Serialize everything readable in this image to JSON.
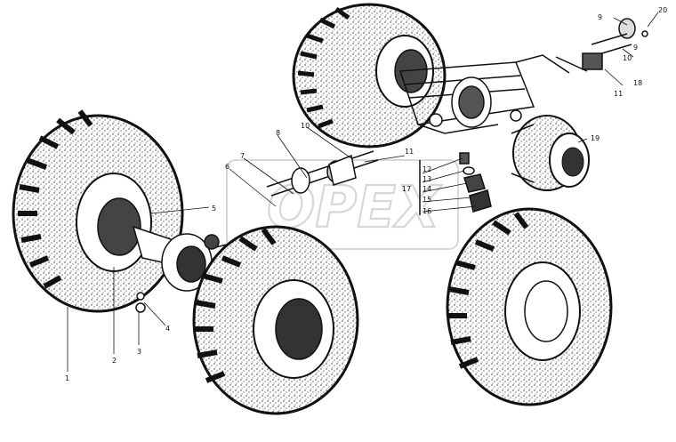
{
  "watermark": {
    "text": "OPEX"
  },
  "callouts": [
    {
      "text": "1"
    },
    {
      "text": "2"
    },
    {
      "text": "3"
    },
    {
      "text": "4"
    },
    {
      "text": "5"
    },
    {
      "text": "6"
    },
    {
      "text": "7"
    },
    {
      "text": "8"
    },
    {
      "text": "9"
    },
    {
      "text": "10"
    },
    {
      "text": "11"
    },
    {
      "text": "12"
    },
    {
      "text": "13"
    },
    {
      "text": "14"
    },
    {
      "text": "15"
    },
    {
      "text": "16"
    },
    {
      "text": "17"
    },
    {
      "text": "18"
    },
    {
      "text": "19"
    }
  ],
  "colors": {
    "ink": "#111111",
    "tire_fill": "#2b2b2b",
    "watermark": "#b8b8b8"
  }
}
